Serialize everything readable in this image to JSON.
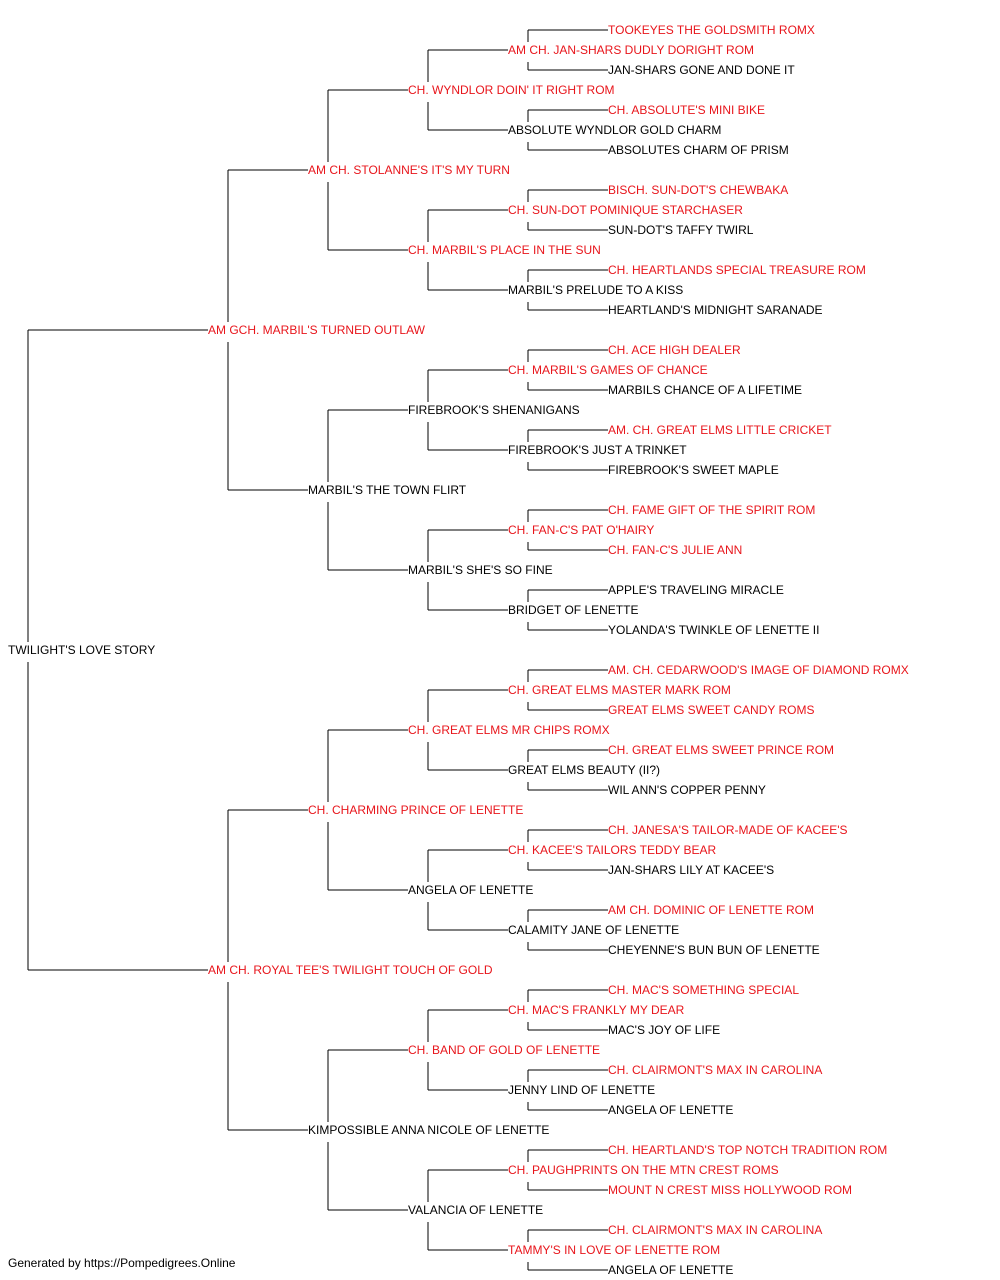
{
  "colors": {
    "champion": "#e8151b",
    "normal": "#000000",
    "line": "#000000"
  },
  "footer": "Generated by https://Pompedigrees.Online",
  "subject": {
    "name": "TWILIGHT'S LOVE STORY",
    "champ": false
  },
  "sire": {
    "name": "AM GCH. MARBIL'S TURNED OUTLAW",
    "champ": true,
    "sire": {
      "name": "AM CH. STOLANNE'S IT'S MY TURN",
      "champ": true,
      "sire": {
        "name": "CH. WYNDLOR DOIN' IT RIGHT ROM",
        "champ": true,
        "sire": {
          "name": "AM CH. JAN-SHARS DUDLY DORIGHT ROM",
          "champ": true,
          "sire": {
            "name": "TOOKEYES THE GOLDSMITH ROMX",
            "champ": true
          },
          "dam": {
            "name": "JAN-SHARS GONE AND DONE IT",
            "champ": false
          }
        },
        "dam": {
          "name": "ABSOLUTE WYNDLOR GOLD CHARM",
          "champ": false,
          "sire": {
            "name": "CH. ABSOLUTE'S MINI BIKE",
            "champ": true
          },
          "dam": {
            "name": "ABSOLUTES CHARM OF PRISM",
            "champ": false
          }
        }
      },
      "dam": {
        "name": "CH. MARBIL'S PLACE IN THE SUN",
        "champ": true,
        "sire": {
          "name": "CH. SUN-DOT POMINIQUE STARCHASER",
          "champ": true,
          "sire": {
            "name": "BISCH. SUN-DOT'S CHEWBAKA",
            "champ": true
          },
          "dam": {
            "name": "SUN-DOT'S TAFFY TWIRL",
            "champ": false
          }
        },
        "dam": {
          "name": "MARBIL'S PRELUDE TO A KISS",
          "champ": false,
          "sire": {
            "name": "CH. HEARTLANDS SPECIAL TREASURE ROM",
            "champ": true
          },
          "dam": {
            "name": "HEARTLAND'S MIDNIGHT SARANADE",
            "champ": false
          }
        }
      }
    },
    "dam": {
      "name": "MARBIL'S THE TOWN FLIRT",
      "champ": false,
      "sire": {
        "name": "FIREBROOK'S SHENANIGANS",
        "champ": false,
        "sire": {
          "name": "CH. MARBIL'S GAMES OF CHANCE",
          "champ": true,
          "sire": {
            "name": "CH. ACE HIGH DEALER",
            "champ": true
          },
          "dam": {
            "name": "MARBILS CHANCE OF A LIFETIME",
            "champ": false
          }
        },
        "dam": {
          "name": "FIREBROOK'S JUST A TRINKET",
          "champ": false,
          "sire": {
            "name": "AM. CH. GREAT ELMS LITTLE CRICKET",
            "champ": true
          },
          "dam": {
            "name": "FIREBROOK'S SWEET MAPLE",
            "champ": false
          }
        }
      },
      "dam": {
        "name": "MARBIL'S SHE'S SO FINE",
        "champ": false,
        "sire": {
          "name": "CH. FAN-C'S PAT O'HAIRY",
          "champ": true,
          "sire": {
            "name": "CH. FAME GIFT OF THE SPIRIT ROM",
            "champ": true
          },
          "dam": {
            "name": "CH. FAN-C'S JULIE ANN",
            "champ": true
          }
        },
        "dam": {
          "name": "BRIDGET OF LENETTE",
          "champ": false,
          "sire": {
            "name": "APPLE'S TRAVELING MIRACLE",
            "champ": false
          },
          "dam": {
            "name": "YOLANDA'S TWINKLE OF LENETTE II",
            "champ": false
          }
        }
      }
    }
  },
  "dam": {
    "name": "AM CH. ROYAL TEE'S TWILIGHT TOUCH OF GOLD",
    "champ": true,
    "sire": {
      "name": "CH. CHARMING PRINCE OF LENETTE",
      "champ": true,
      "sire": {
        "name": "CH. GREAT ELMS MR CHIPS ROMX",
        "champ": true,
        "sire": {
          "name": "CH. GREAT ELMS MASTER MARK ROM",
          "champ": true,
          "sire": {
            "name": "AM. CH. CEDARWOOD'S IMAGE OF DIAMOND ROMX",
            "champ": true
          },
          "dam": {
            "name": "GREAT ELMS SWEET CANDY ROMS",
            "champ": true
          }
        },
        "dam": {
          "name": "GREAT ELMS BEAUTY (II?)",
          "champ": false,
          "sire": {
            "name": "CH. GREAT ELMS SWEET PRINCE ROM",
            "champ": true
          },
          "dam": {
            "name": "WIL ANN'S COPPER PENNY",
            "champ": false
          }
        }
      },
      "dam": {
        "name": "ANGELA OF LENETTE",
        "champ": false,
        "sire": {
          "name": "CH. KACEE'S TAILORS TEDDY BEAR",
          "champ": true,
          "sire": {
            "name": "CH. JANESA'S TAILOR-MADE OF KACEE'S",
            "champ": true
          },
          "dam": {
            "name": "JAN-SHARS LILY AT KACEE'S",
            "champ": false
          }
        },
        "dam": {
          "name": "CALAMITY JANE OF LENETTE",
          "champ": false,
          "sire": {
            "name": "AM CH. DOMINIC OF LENETTE ROM",
            "champ": true
          },
          "dam": {
            "name": "CHEYENNE'S BUN BUN OF LENETTE",
            "champ": false
          }
        }
      }
    },
    "dam": {
      "name": "KIMPOSSIBLE ANNA NICOLE OF LENETTE",
      "champ": false,
      "sire": {
        "name": "CH. BAND OF GOLD OF LENETTE",
        "champ": true,
        "sire": {
          "name": "CH. MAC'S FRANKLY MY DEAR",
          "champ": true,
          "sire": {
            "name": "CH. MAC'S SOMETHING SPECIAL",
            "champ": true
          },
          "dam": {
            "name": "MAC'S JOY OF LIFE",
            "champ": false
          }
        },
        "dam": {
          "name": "JENNY LIND OF LENETTE",
          "champ": false,
          "sire": {
            "name": "CH. CLAIRMONT'S MAX IN CAROLINA",
            "champ": true
          },
          "dam": {
            "name": "ANGELA OF LENETTE",
            "champ": false
          }
        }
      },
      "dam": {
        "name": "VALANCIA OF LENETTE",
        "champ": false,
        "sire": {
          "name": "CH. PAUGHPRINTS ON THE MTN CREST ROMS",
          "champ": true,
          "sire": {
            "name": "CH. HEARTLAND'S TOP NOTCH TRADITION ROM",
            "champ": true
          },
          "dam": {
            "name": "MOUNT N CREST MISS HOLLYWOOD ROM",
            "champ": true
          }
        },
        "dam": {
          "name": "TAMMY'S IN LOVE OF LENETTE ROM",
          "champ": true,
          "sire": {
            "name": "CH. CLAIRMONT'S MAX IN CAROLINA",
            "champ": true
          },
          "dam": {
            "name": "ANGELA OF LENETTE",
            "champ": false
          }
        }
      }
    }
  }
}
